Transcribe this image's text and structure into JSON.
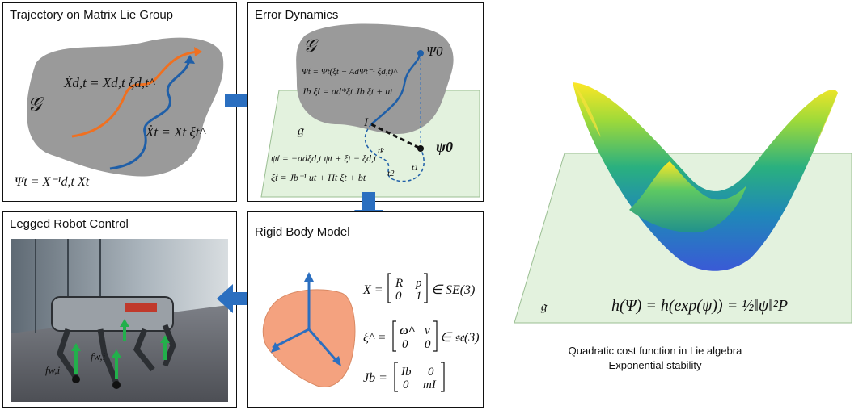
{
  "panels": {
    "trajectory": {
      "title": "Trajectory on Matrix Lie Group",
      "group_symbol": "𝒢",
      "eq_desired": "Ẋd,t = Xd,t ξd,t^",
      "eq_actual": "Ẋt = Xt ξt^",
      "eq_error": "Ψt = X⁻¹d,t Xt"
    },
    "error": {
      "title": "Error Dynamics",
      "group_symbol": "𝒢",
      "algebra_symbol": "𝔤",
      "psi0_group": "Ψ0",
      "psi0_algebra": "ψ0",
      "identity": "I",
      "eq1": "Ψ̇t = Ψt(ξt − AdΨt⁻¹ ξd,t)^",
      "eq2": "Jb ξ̇t = ad*ξt Jb ξt + ut",
      "eq3": "ψ̇t = −adξd,t ψt + ξt − ξd,t",
      "eq4": "ξ̇t = Jb⁻¹ ut + Ht ξt + bt",
      "t_k": "tk",
      "t_2": "t2",
      "t_1": "t1"
    },
    "rigid": {
      "title": "Rigid Body Model",
      "eq_X_lhs": "X =",
      "eq_X_m": [
        "R",
        "p",
        "0",
        "1"
      ],
      "eq_X_rhs": "∈ SE(3)",
      "eq_xi_lhs": "ξ^ =",
      "eq_xi_m": [
        "ω^",
        "v",
        "0",
        "0"
      ],
      "eq_xi_rhs": "∈ 𝔰𝔢(3)",
      "eq_J_lhs": "Jb =",
      "eq_J_m": [
        "Ib",
        "0",
        "0",
        "mI"
      ]
    },
    "legged": {
      "title": "Legged Robot Control",
      "force_label_1": "fw,i",
      "force_label_2": "fw,i"
    }
  },
  "cost": {
    "algebra_symbol": "𝔤",
    "equation": "h(Ψ) = h(exp(ψ)) = ½‖ψ‖²P",
    "caption_line1": "Quadratic cost function in Lie algebra",
    "caption_line2": "Exponential stability"
  },
  "colors": {
    "orange_curve": "#f07020",
    "blue_curve": "#1f5fa8",
    "arrow_blue": "#2b6fc0",
    "group_gray": "#9a9a9a",
    "algebra_green": "#e3f2de",
    "rigid_body": "#f4a27f"
  }
}
